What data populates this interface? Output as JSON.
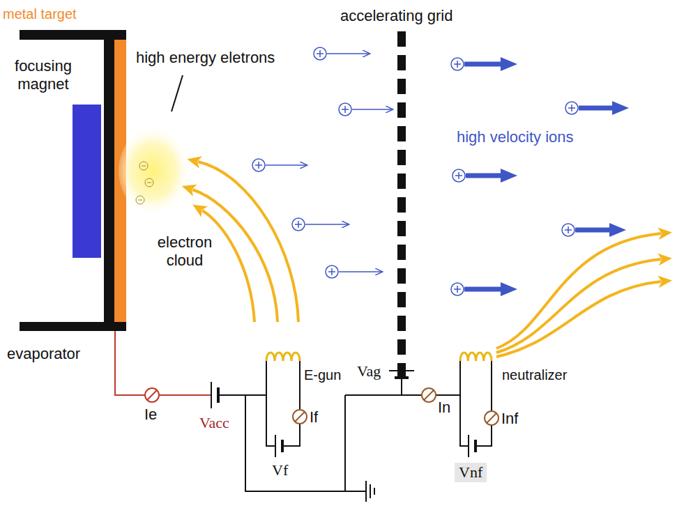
{
  "diagram": {
    "labels": [
      "metal target",
      "accelerating grid",
      "focusing magnet",
      "high energy eletrons",
      "high velocity ions",
      "electron cloud",
      "evaporator",
      "E-gun",
      "Vag",
      "neutralizer",
      "Ie",
      "If",
      "In",
      "Inf",
      "Vacc",
      "Vf",
      "Vnf"
    ]
  }
}
